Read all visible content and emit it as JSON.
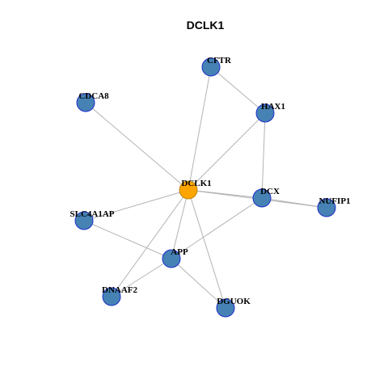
{
  "title": "DCLK1",
  "colors": {
    "center_fill": "#FFA500",
    "center_stroke": "#B8860B",
    "node_fill": "#4682B4",
    "node_stroke": "#1E2FCC",
    "edge": "#B3B3B3"
  },
  "network": {
    "center": "DCLK1",
    "nodes": [
      {
        "id": "DCLK1",
        "label": "DCLK1",
        "role": "query"
      },
      {
        "id": "CFTR",
        "label": "CFTR",
        "role": "partner"
      },
      {
        "id": "HAX1",
        "label": "HAX1",
        "role": "partner"
      },
      {
        "id": "CDCA8",
        "label": "CDCA8",
        "role": "partner"
      },
      {
        "id": "DCX",
        "label": "DCX",
        "role": "partner"
      },
      {
        "id": "NUFIP1",
        "label": "NUFIP1",
        "role": "partner"
      },
      {
        "id": "SLC4A1AP",
        "label": "SLC4A1AP",
        "role": "partner"
      },
      {
        "id": "APP",
        "label": "APP",
        "role": "partner"
      },
      {
        "id": "DNAAF2",
        "label": "DNAAF2",
        "role": "partner"
      },
      {
        "id": "DGUOK",
        "label": "DGUOK",
        "role": "partner"
      }
    ],
    "edges": [
      [
        "DCLK1",
        "CFTR"
      ],
      [
        "DCLK1",
        "HAX1"
      ],
      [
        "DCLK1",
        "CDCA8"
      ],
      [
        "DCLK1",
        "DCX"
      ],
      [
        "DCLK1",
        "NUFIP1"
      ],
      [
        "DCLK1",
        "SLC4A1AP"
      ],
      [
        "DCLK1",
        "APP"
      ],
      [
        "DCLK1",
        "DNAAF2"
      ],
      [
        "DCLK1",
        "DGUOK"
      ],
      [
        "CFTR",
        "HAX1"
      ],
      [
        "HAX1",
        "DCX"
      ],
      [
        "DCX",
        "NUFIP1"
      ],
      [
        "DCX",
        "APP"
      ],
      [
        "SLC4A1AP",
        "APP"
      ],
      [
        "APP",
        "DNAAF2"
      ],
      [
        "APP",
        "DGUOK"
      ]
    ]
  }
}
